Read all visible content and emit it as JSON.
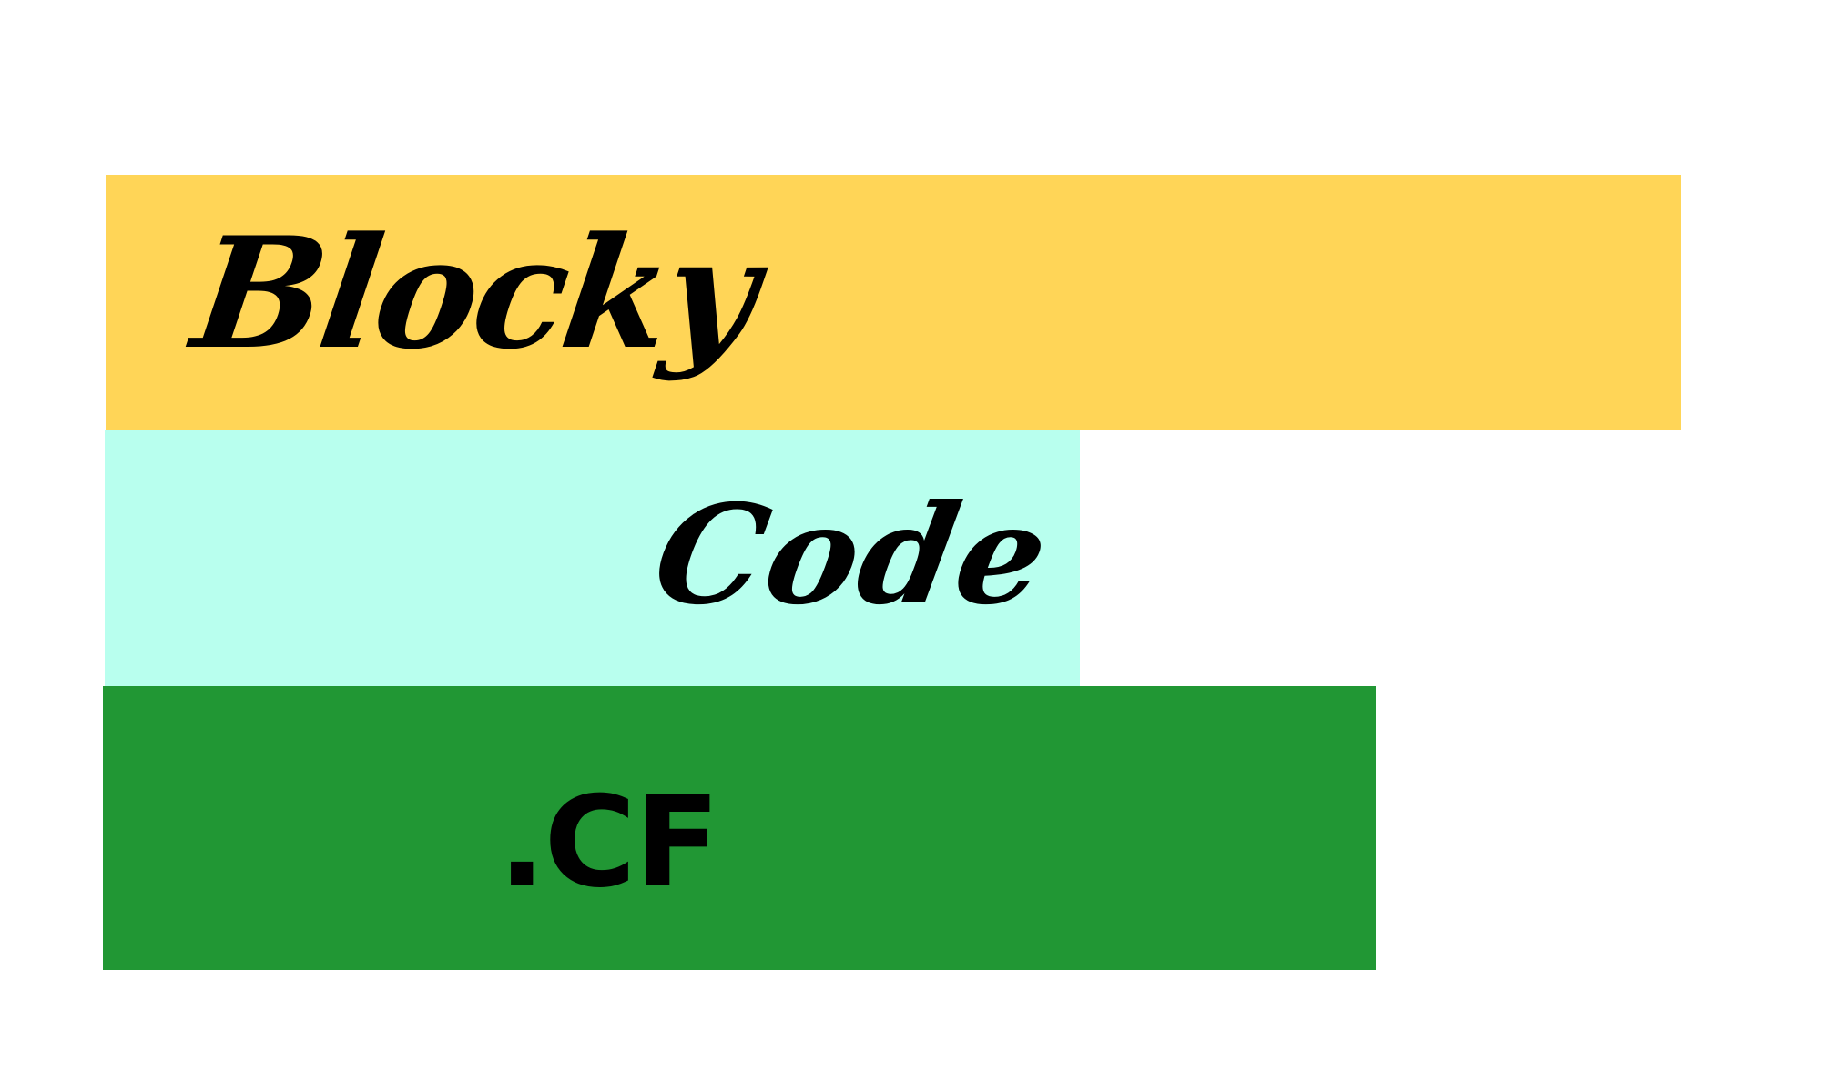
{
  "logo": {
    "line1": {
      "text": "Blocky",
      "color": "#ffd557"
    },
    "line2": {
      "text": "Code",
      "color": "#b8ffee"
    },
    "line3": {
      "text": ".CF",
      "color": "#219734"
    }
  },
  "background_color": "#ffffff",
  "text_color": "#000000"
}
